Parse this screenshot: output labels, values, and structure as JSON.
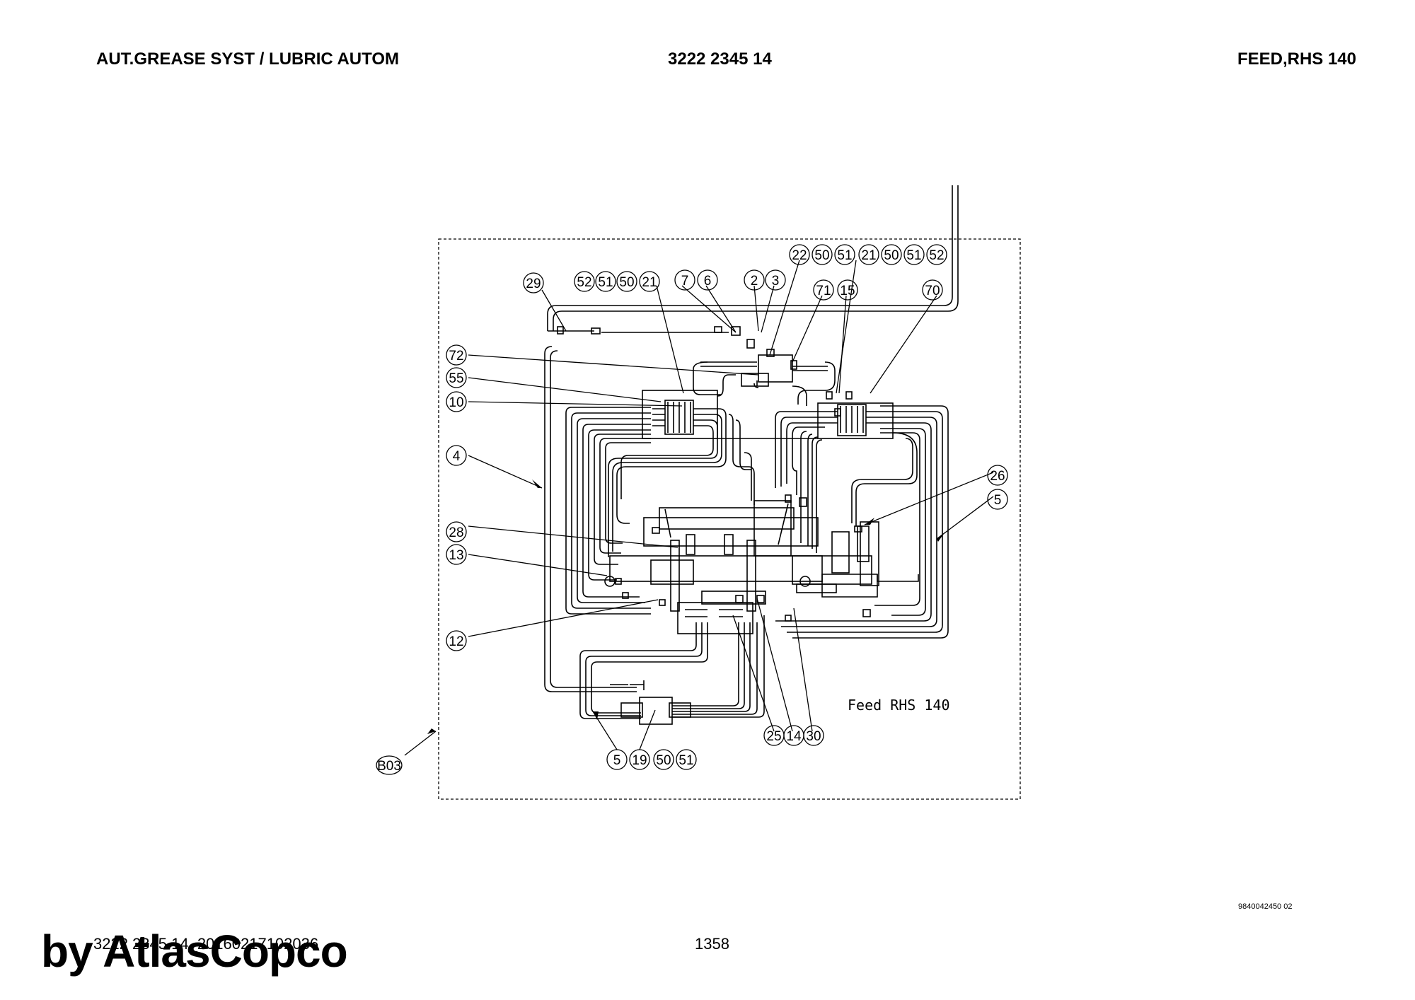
{
  "header": {
    "title_left": "AUT.GREASE SYST / LUBRIC AUTOM",
    "part_number": "3222 2345 14",
    "title_right": "FEED,RHS 140"
  },
  "drawing": {
    "note": "Feed RHS 140",
    "callouts": [
      "29",
      "52",
      "51",
      "50",
      "21",
      "7",
      "6",
      "2",
      "3",
      "22",
      "50",
      "51",
      "21",
      "50",
      "51",
      "52",
      "71",
      "15",
      "70",
      "72",
      "55",
      "10",
      "4",
      "26",
      "5",
      "28",
      "13",
      "12",
      "25",
      "14",
      "30",
      "5",
      "19",
      "50",
      "51",
      "B03"
    ]
  },
  "footer": {
    "doc_number": "9840042450 02",
    "file_id": "3222 2345 14_20160217102036",
    "page": "1358",
    "brand": "by AtlasCopco"
  }
}
